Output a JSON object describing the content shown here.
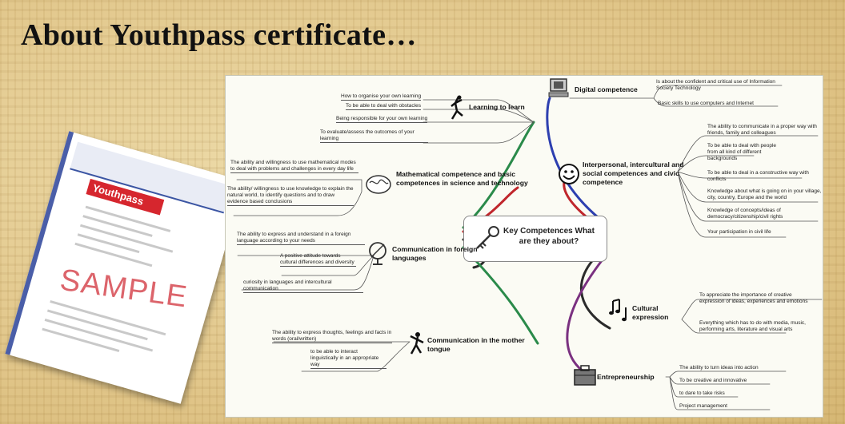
{
  "slide": {
    "title": "About Youthpass certificate…"
  },
  "certificate": {
    "logo": "Youthpass",
    "watermark": "SAMPLE"
  },
  "mindmap": {
    "center": "Key Competences What are they about?",
    "branches": [
      {
        "title": "Learning to learn",
        "icon": "climber-icon",
        "leaves": [
          "How to organise your own learning",
          "To be able to deal with obstacles",
          "Being responsible for your own learning",
          "To evaluate/assess the outcomes of your learning"
        ]
      },
      {
        "title": "Mathematical competence and basic competences in science and technology",
        "icon": "brain-icon",
        "leaves": [
          "The ability and willingness to use mathematical modes to deal with problems and challenges in every day life",
          "The ability/ willingness to use knowledge to explain the natural world, to identify questions and to draw evidence based conclusions"
        ]
      },
      {
        "title": "Communication in foreign languages",
        "icon": "globe-icon",
        "leaves": [
          "The ability to express and understand in a foreign language according to your needs",
          "A positive attitude towards cultural differences and diversity",
          "curiosity in languages and intercultural communication"
        ]
      },
      {
        "title": "Communication in the mother tongue",
        "icon": "dancer-icon",
        "leaves": [
          "The ability to express thoughts, feelings and facts in words (oral/written)",
          "to be able to interact linguistically in an appropriate way"
        ]
      },
      {
        "title": "Digital competence",
        "icon": "computer-icon",
        "leaves": [
          "Is about the confident and critical use of Information Society Technology",
          "Basic skills to use computers and Internet"
        ]
      },
      {
        "title": "Interpersonal, intercultural and social competences and civic competence",
        "icon": "smiley-icon",
        "leaves": [
          "The ability to communicate in a proper way with friends, family and colleagues",
          "To be able to deal with people from all kind of different backgrounds",
          "To be able to deal in a constructive way with conflicts",
          "Knowledge about what is going on in your village, city, country, Europe and the world",
          "Knowledge of concepts/ideas of democracy/citizenship/civil rights",
          "Your participation in civil life"
        ]
      },
      {
        "title": "Cultural expression",
        "icon": "music-notes-icon",
        "leaves": [
          "To appreciate the importance of creative expression of ideas, experiences and emotions",
          "Everything which has to do with media, music, performing arts, literature and visual arts"
        ]
      },
      {
        "title": "Entrepreneurship",
        "icon": "briefcase-icon",
        "leaves": [
          "The ability to turn ideas into action",
          "To be creative and innovative",
          "to dare to take risks",
          "Project management"
        ]
      }
    ]
  }
}
